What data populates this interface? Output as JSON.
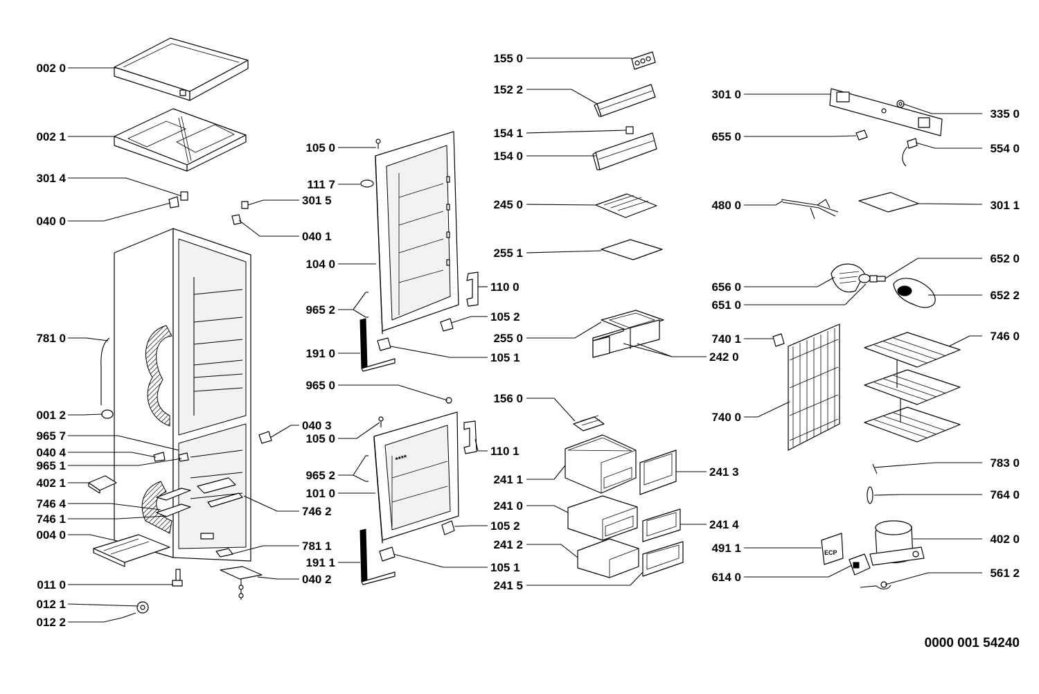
{
  "document_number": "0000 001 54240",
  "labels": {
    "l0020": "002 0",
    "l0021": "002 1",
    "l3014": "301 4",
    "l0400": "040 0",
    "l7810": "781 0",
    "l0012": "001 2",
    "l9657": "965 7",
    "l0404": "040 4",
    "l9651": "965 1",
    "l4021": "402 1",
    "l7464": "746 4",
    "l7461": "746 1",
    "l0040": "004 0",
    "l0110": "011 0",
    "l0121": "012 1",
    "l0122": "012 2",
    "l3015": "301 5",
    "l0401": "040 1",
    "l0403": "040 3",
    "l7462": "746 2",
    "l7811": "781 1",
    "l0402": "040 2",
    "l1050a": "105 0",
    "l1117": "111 7",
    "l1040": "104 0",
    "l9652a": "965 2",
    "l1910": "191 0",
    "l9650": "965 0",
    "l1050b": "105 0",
    "l9652b": "965 2",
    "l1010": "101 0",
    "l1911": "191 1",
    "l1100": "110 0",
    "l1052a": "105 2",
    "l1051a": "105 1",
    "l1101": "110 1",
    "l1052b": "105 2",
    "l1051b": "105 1",
    "l1550": "155 0",
    "l1522": "152 2",
    "l1541": "154 1",
    "l1540": "154 0",
    "l2450": "245 0",
    "l2551": "255 1",
    "l2550": "255 0",
    "l1560": "156 0",
    "l2411": "241 1",
    "l2410": "241 0",
    "l2412": "241 2",
    "l2415": "241 5",
    "l2420": "242 0",
    "l2413": "241 3",
    "l2414": "241 4",
    "l3010": "301 0",
    "l6550": "655 0",
    "l4800": "480 0",
    "l6560": "656 0",
    "l6510": "651 0",
    "l7401": "740 1",
    "l7400": "740 0",
    "l4911": "491 1",
    "l6140": "614 0",
    "l3350": "335 0",
    "l5540": "554 0",
    "l3011": "301 1",
    "l6520": "652 0",
    "l6522": "652 2",
    "l7460": "746 0",
    "l7830": "783 0",
    "l7640": "764 0",
    "l4020": "402 0",
    "l5612": "561 2"
  },
  "part_text": {
    "freezer_stars": "****",
    "compressor_relay_mark": "ECP"
  },
  "colors": {
    "line": "#000000",
    "background": "#ffffff"
  }
}
